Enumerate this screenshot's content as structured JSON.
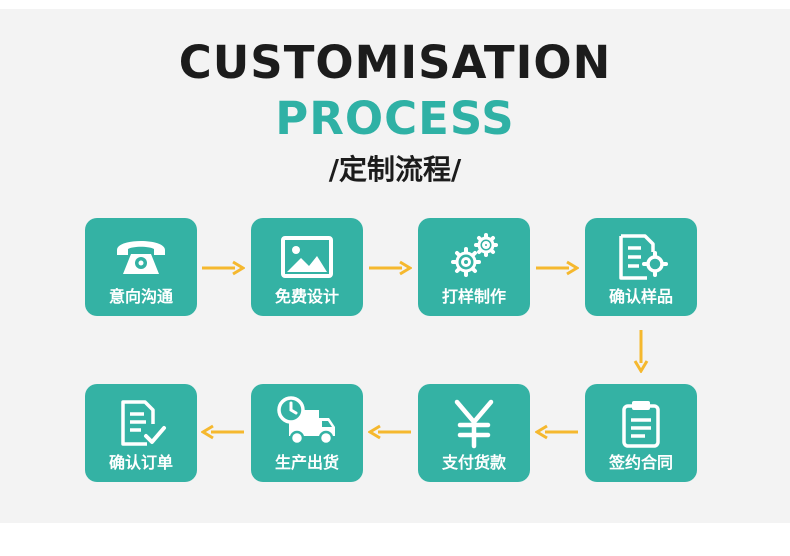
{
  "header": {
    "line1": "CUSTOMISATION",
    "line2": "PROCESS",
    "line3": "/定制流程/"
  },
  "colors": {
    "accent": "#34b2a4",
    "title_accent": "#2fb1a5",
    "arrow": "#f5b82e",
    "background": "#f3f3f3",
    "text_dark": "#1c1c1c"
  },
  "steps": [
    {
      "label": "意向沟通",
      "icon": "telephone-icon"
    },
    {
      "label": "免费设计",
      "icon": "image-icon"
    },
    {
      "label": "打样制作",
      "icon": "gears-icon"
    },
    {
      "label": "确认样品",
      "icon": "document-settings-icon"
    },
    {
      "label": "签约合同",
      "icon": "clipboard-icon"
    },
    {
      "label": "支付货款",
      "icon": "yen-icon"
    },
    {
      "label": "生产出货",
      "icon": "delivery-truck-icon"
    },
    {
      "label": "确认订单",
      "icon": "document-check-icon"
    }
  ]
}
